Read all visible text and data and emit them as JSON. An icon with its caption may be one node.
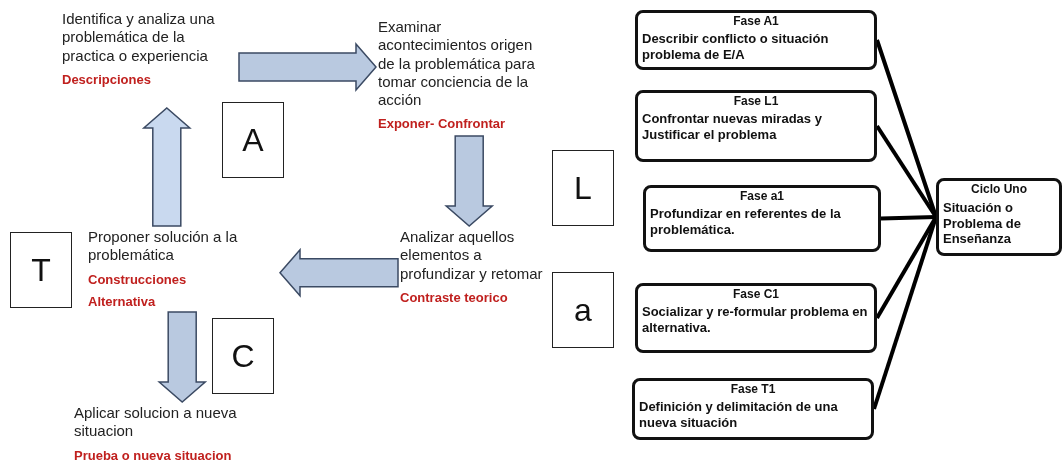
{
  "diagram": {
    "nodes": [
      {
        "text": [
          "Identifica y analiza una problemática de la practica o experiencia",
          "Descripciones"
        ]
      },
      {
        "text": [
          "A"
        ]
      },
      {
        "text": [
          "Examinar acontecimientos origen de la problemática para tomar conciencia de la acción",
          "Exponer- Confrontar"
        ]
      },
      {
        "text": [
          "L"
        ]
      },
      {
        "text": [
          "Analizar aquellos elementos a profundizar y retomar",
          "Contraste teorico"
        ]
      },
      {
        "text": [
          "a"
        ]
      },
      {
        "text": [
          "Proponer solución a la problemática",
          "Construcciones",
          "Alternativa"
        ]
      },
      {
        "text": [
          "T"
        ]
      },
      {
        "text": [
          "C"
        ]
      },
      {
        "text": [
          "Aplicar solucion a nueva situacion",
          "Prueba o nueva situacion"
        ]
      },
      {
        "text": [
          "Fase A1",
          "Describir conflicto o situación problema de E/A"
        ]
      },
      {
        "text": [
          "Fase L1",
          "Confrontar nuevas miradas y Justificar el problema"
        ]
      },
      {
        "text": [
          "Fase a1",
          "Profundizar en referentes de la problemática."
        ]
      },
      {
        "text": [
          "Fase C1",
          "Socializar y re-formular problema en alternativa."
        ]
      },
      {
        "text": [
          "Fase T1",
          "Definición y delimitación de una nueva situación"
        ]
      },
      {
        "text": [
          "Ciclo Uno",
          "Situación o Problema de Enseñanza"
        ]
      }
    ],
    "edges": [
      {
        "from": 0,
        "to": 2,
        "arrow": "to",
        "style": "thick",
        "color": "#b9c9e0"
      },
      {
        "from": 2,
        "to": 4,
        "arrow": "to",
        "style": "thick",
        "color": "#b9c9e0"
      },
      {
        "from": 4,
        "to": 6,
        "arrow": "to",
        "style": "thick",
        "color": "#b9c9e0"
      },
      {
        "from": 6,
        "to": 9,
        "arrow": "to",
        "style": "thick",
        "color": "#b9c9e0"
      },
      {
        "from": 6,
        "to": 0,
        "arrow": "to",
        "style": "thick",
        "color": "#c9d9ef"
      },
      {
        "from": 10,
        "to": 15,
        "arrow": "none"
      },
      {
        "from": 11,
        "to": 15,
        "arrow": "none"
      },
      {
        "from": 12,
        "to": 15,
        "arrow": "none"
      },
      {
        "from": 13,
        "to": 15,
        "arrow": "none"
      },
      {
        "from": 14,
        "to": 15,
        "arrow": "none"
      }
    ]
  }
}
